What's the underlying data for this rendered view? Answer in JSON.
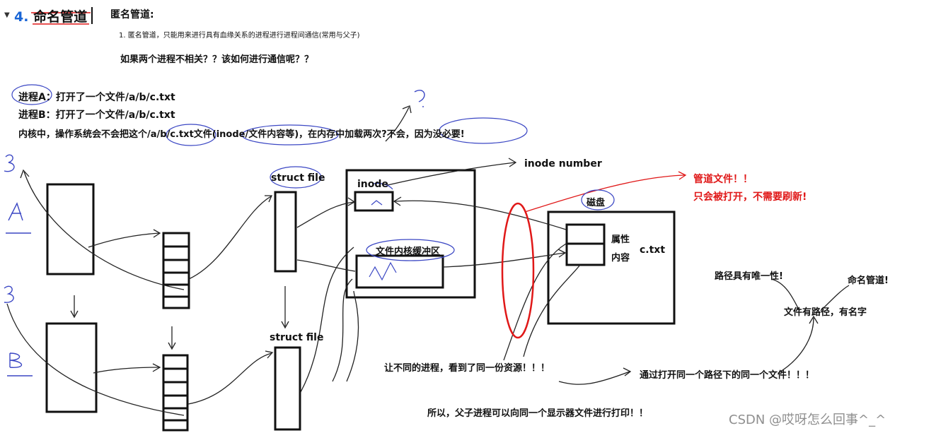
{
  "section": {
    "number": "4.",
    "title": "命名管道"
  },
  "anon": {
    "heading": "匿名管道:",
    "point1": "1. 匿名管道，只能用来进行具有血缘关系的进程进行进程间通信(常用与父子)",
    "question": "如果两个进程不相关？？该如何进行通信呢？？"
  },
  "scenario": {
    "line1": "进程A：打开了一个文件/a/b/c.txt",
    "line2": "进程B：打开了一个文件/a/b/c.txt",
    "line3": "内核中，操作系统会不会把这个/a/b/c.txt文件(inode/文件内容等)，在内存中加载两次?不会，因为没必要!"
  },
  "diagram": {
    "struct_file_top": "struct file",
    "struct_file_bottom": "struct file",
    "inode": "inode",
    "inode_number": "inode number",
    "buffer": "文件内核缓冲区",
    "disk": "磁盘",
    "attr": "属性",
    "content": "内容",
    "ctxt": "c.txt",
    "pipe_file": "管道文件！！",
    "pipe_note": "只会被打开，不需要刷新!",
    "path_unique": "路径具有唯一性!",
    "named_pipe": "命名管道!",
    "path_name": "文件有路径，有名字",
    "see_same": "让不同的进程，看到了同一份资源！！！",
    "open_same": "通过打开同一个路径下的同一个文件！！！",
    "parent_child": "所以，父子进程可以向同一个显示器文件进行打印！！"
  },
  "watermark": "CSDN @哎呀怎么回事^_^"
}
